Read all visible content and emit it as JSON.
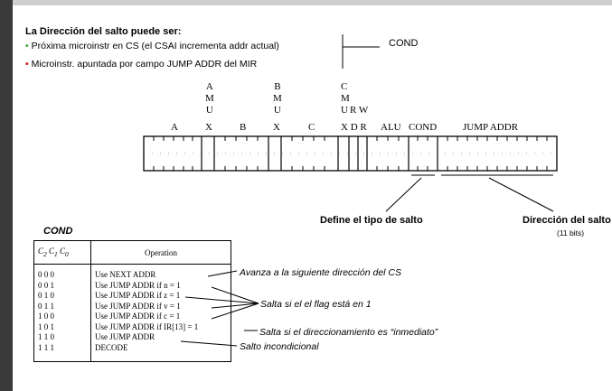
{
  "colors": {
    "green_bullet": "#3aa63a",
    "red_bullet": "#d01c1c",
    "sidebar": "#3a3a3a"
  },
  "heading": "La Dirección del salto puede ser:",
  "bullets": [
    {
      "marker": "•",
      "text": "Próxima microinstr en CS   (el CSAI incrementa addr actual)"
    },
    {
      "marker": "•",
      "text": "Microinstr. apuntada por campo JUMP ADDR del MIR"
    }
  ],
  "cond_label_top": "COND",
  "mux_letters": {
    "amux": [
      "A",
      "M",
      "U"
    ],
    "bmux": [
      "B",
      "M",
      "U"
    ],
    "cmux": [
      "C",
      "M",
      "U"
    ],
    "rw": "R W"
  },
  "fields": {
    "a": "A",
    "amux": "X",
    "b": "B",
    "bmux": "X",
    "c": "C",
    "cmux_dr": "X D R",
    "alu": "ALU",
    "cond": "COND",
    "jump": "JUMP ADDR"
  },
  "labels": {
    "define_tipo": "Define el tipo de salto",
    "direccion": "Dirección del salto",
    "bits": "(11 bits)"
  },
  "cond_table": {
    "title": "COND",
    "headers": {
      "c2": "C",
      "c2sub": "2",
      "c1": "C",
      "c1sub": "1",
      "c0": "C",
      "c0sub": "0",
      "op": "Operation"
    },
    "rows": [
      {
        "bits": "0  0  0",
        "op": "Use NEXT ADDR"
      },
      {
        "bits": "0  0  1",
        "op": "Use JUMP ADDR if n = 1"
      },
      {
        "bits": "0  1  0",
        "op": "Use JUMP ADDR if z = 1"
      },
      {
        "bits": "0  1  1",
        "op": "Use JUMP ADDR if v = 1"
      },
      {
        "bits": "1  0  0",
        "op": "Use JUMP ADDR if c = 1"
      },
      {
        "bits": "1  0  1",
        "op": "Use JUMP ADDR if IR[13] = 1"
      },
      {
        "bits": "1  1  0",
        "op": "Use JUMP ADDR"
      },
      {
        "bits": "1  1  1",
        "op": "DECODE"
      }
    ]
  },
  "annotations": {
    "next": "Avanza a la siguiente dirección del CS",
    "flag": "Salta si el el flag está en 1",
    "inmediato": "Salta si el direccionamiento es “inmediato”",
    "incondicional": "Salto incondicional"
  }
}
